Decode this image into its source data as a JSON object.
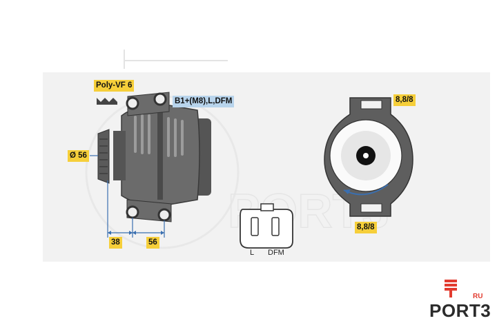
{
  "labels": {
    "belt": "Poly-VF 6",
    "terminals": "B1+(M8),L,DFM",
    "pulley_diameter": "Ø 56",
    "dim_left": "38",
    "dim_right": "56",
    "mount_top": "8,8/8",
    "mount_bottom": "8,8/8",
    "pin_l": "L",
    "pin_dfm": "DFM"
  },
  "logo": {
    "text": "PORT3",
    "suffix": "RU",
    "accent": "#e23b2f"
  },
  "watermark": "PORT3",
  "colors": {
    "housing": "#6b6b6b",
    "housing_dark": "#4a4a4a",
    "label_yellow": "#f6cf3a",
    "label_blue": "#b8d4ec",
    "dim_line": "#3a6fb0"
  }
}
